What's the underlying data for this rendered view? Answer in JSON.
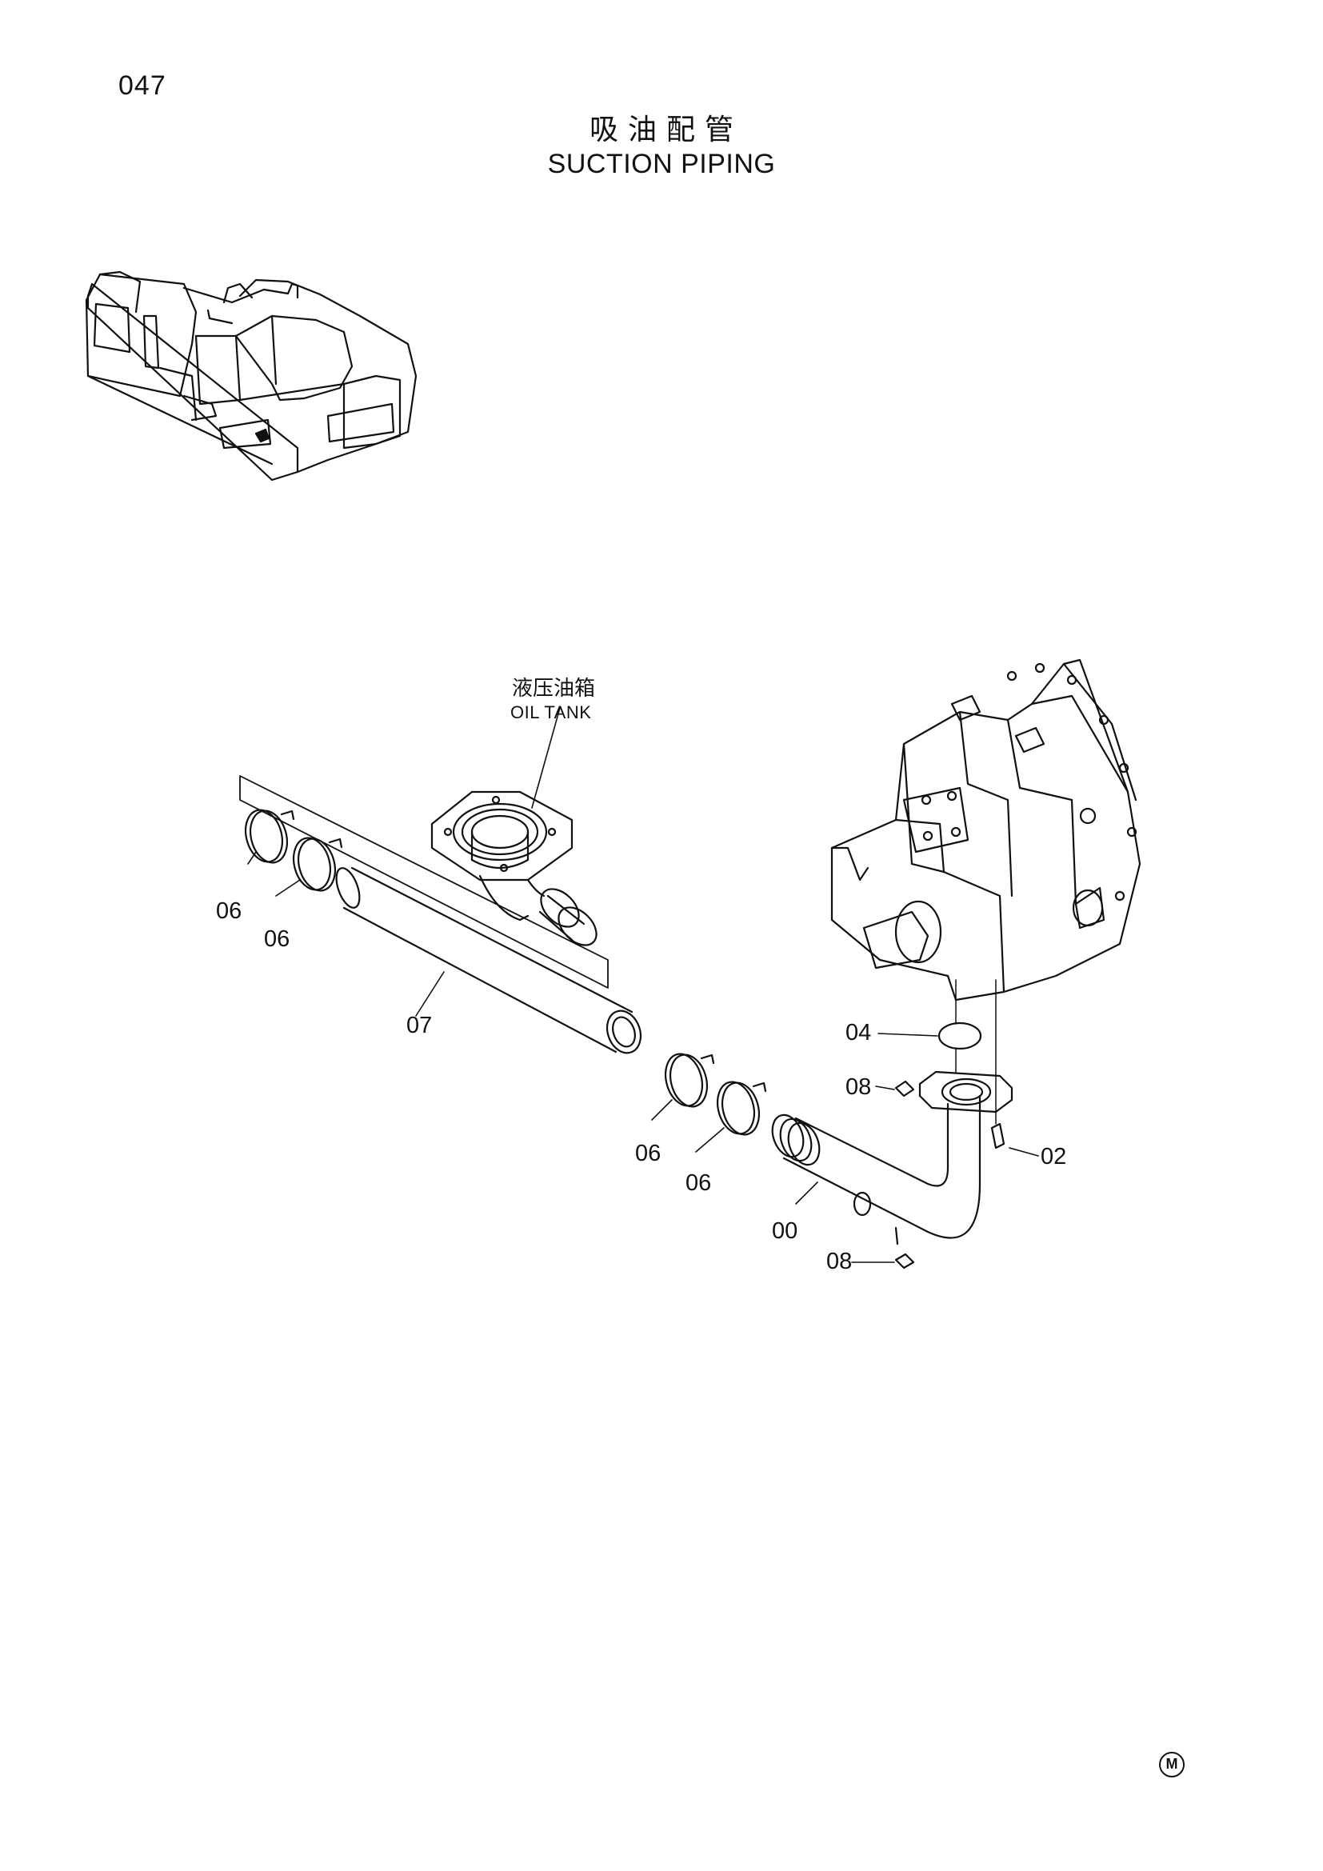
{
  "page_number": "047",
  "title_cn": "吸油配管",
  "title_en": "SUCTION PIPING",
  "oil_tank_label": {
    "cn": "液压油箱",
    "en": "OIL TANK"
  },
  "callouts": [
    {
      "id": "06"
    },
    {
      "id": "06"
    },
    {
      "id": "07"
    },
    {
      "id": "06"
    },
    {
      "id": "06"
    },
    {
      "id": "04"
    },
    {
      "id": "08"
    },
    {
      "id": "02"
    },
    {
      "id": "00"
    },
    {
      "id": "08"
    }
  ],
  "maker_mark": "M",
  "icons": [
    "excavator-overview-icon",
    "oil-tank-flange-icon",
    "hose-clamp-icon",
    "suction-hose-icon",
    "suction-pipe-icon",
    "hydraulic-pump-icon",
    "o-ring-icon",
    "bolt-icon"
  ]
}
